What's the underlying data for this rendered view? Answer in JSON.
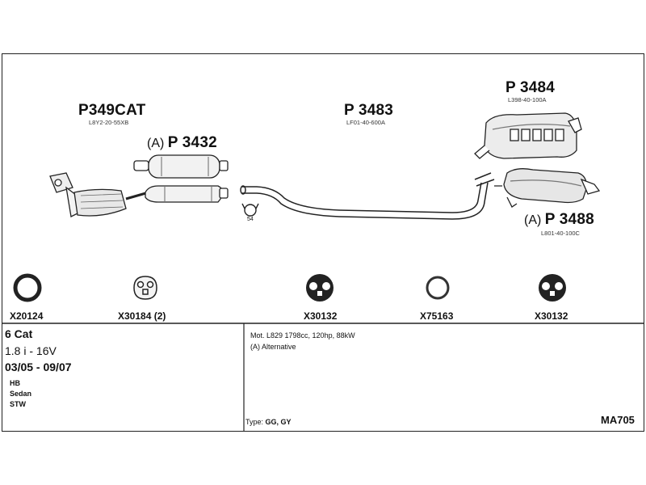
{
  "parts": {
    "cat_converter": {
      "number": "P349CAT",
      "code": "L8Y2-20-55XB"
    },
    "front_pipe": {
      "prefix": "(A)",
      "number": "P 3432"
    },
    "middle_pipe": {
      "number": "P 3483",
      "code": "LF01-40-600A"
    },
    "rear_silencer": {
      "number": "P 3484",
      "code": "L398-40-100A"
    },
    "rear_silencer_alt": {
      "prefix": "(A)",
      "number": "P 3488",
      "code": "L801-40-100C"
    },
    "clamp": {
      "number": "54"
    }
  },
  "mounting_rings": [
    {
      "label": "X20124"
    },
    {
      "label": "X30184 (2)"
    },
    {
      "label": "X30132"
    },
    {
      "label": "X75163"
    },
    {
      "label": "X30132"
    }
  ],
  "vehicle_info": {
    "cat": "6 Cat",
    "engine": "1.8 i - 16V",
    "years": "03/05 - 09/07",
    "bodies": [
      "HB",
      "Sedan",
      "STW"
    ],
    "motor": "Mot. L829 1798cc, 120hp, 88kW",
    "alternative": "(A) Alternative",
    "type_label": "Type:",
    "type_value": "GG, GY",
    "model_code": "MA705"
  }
}
